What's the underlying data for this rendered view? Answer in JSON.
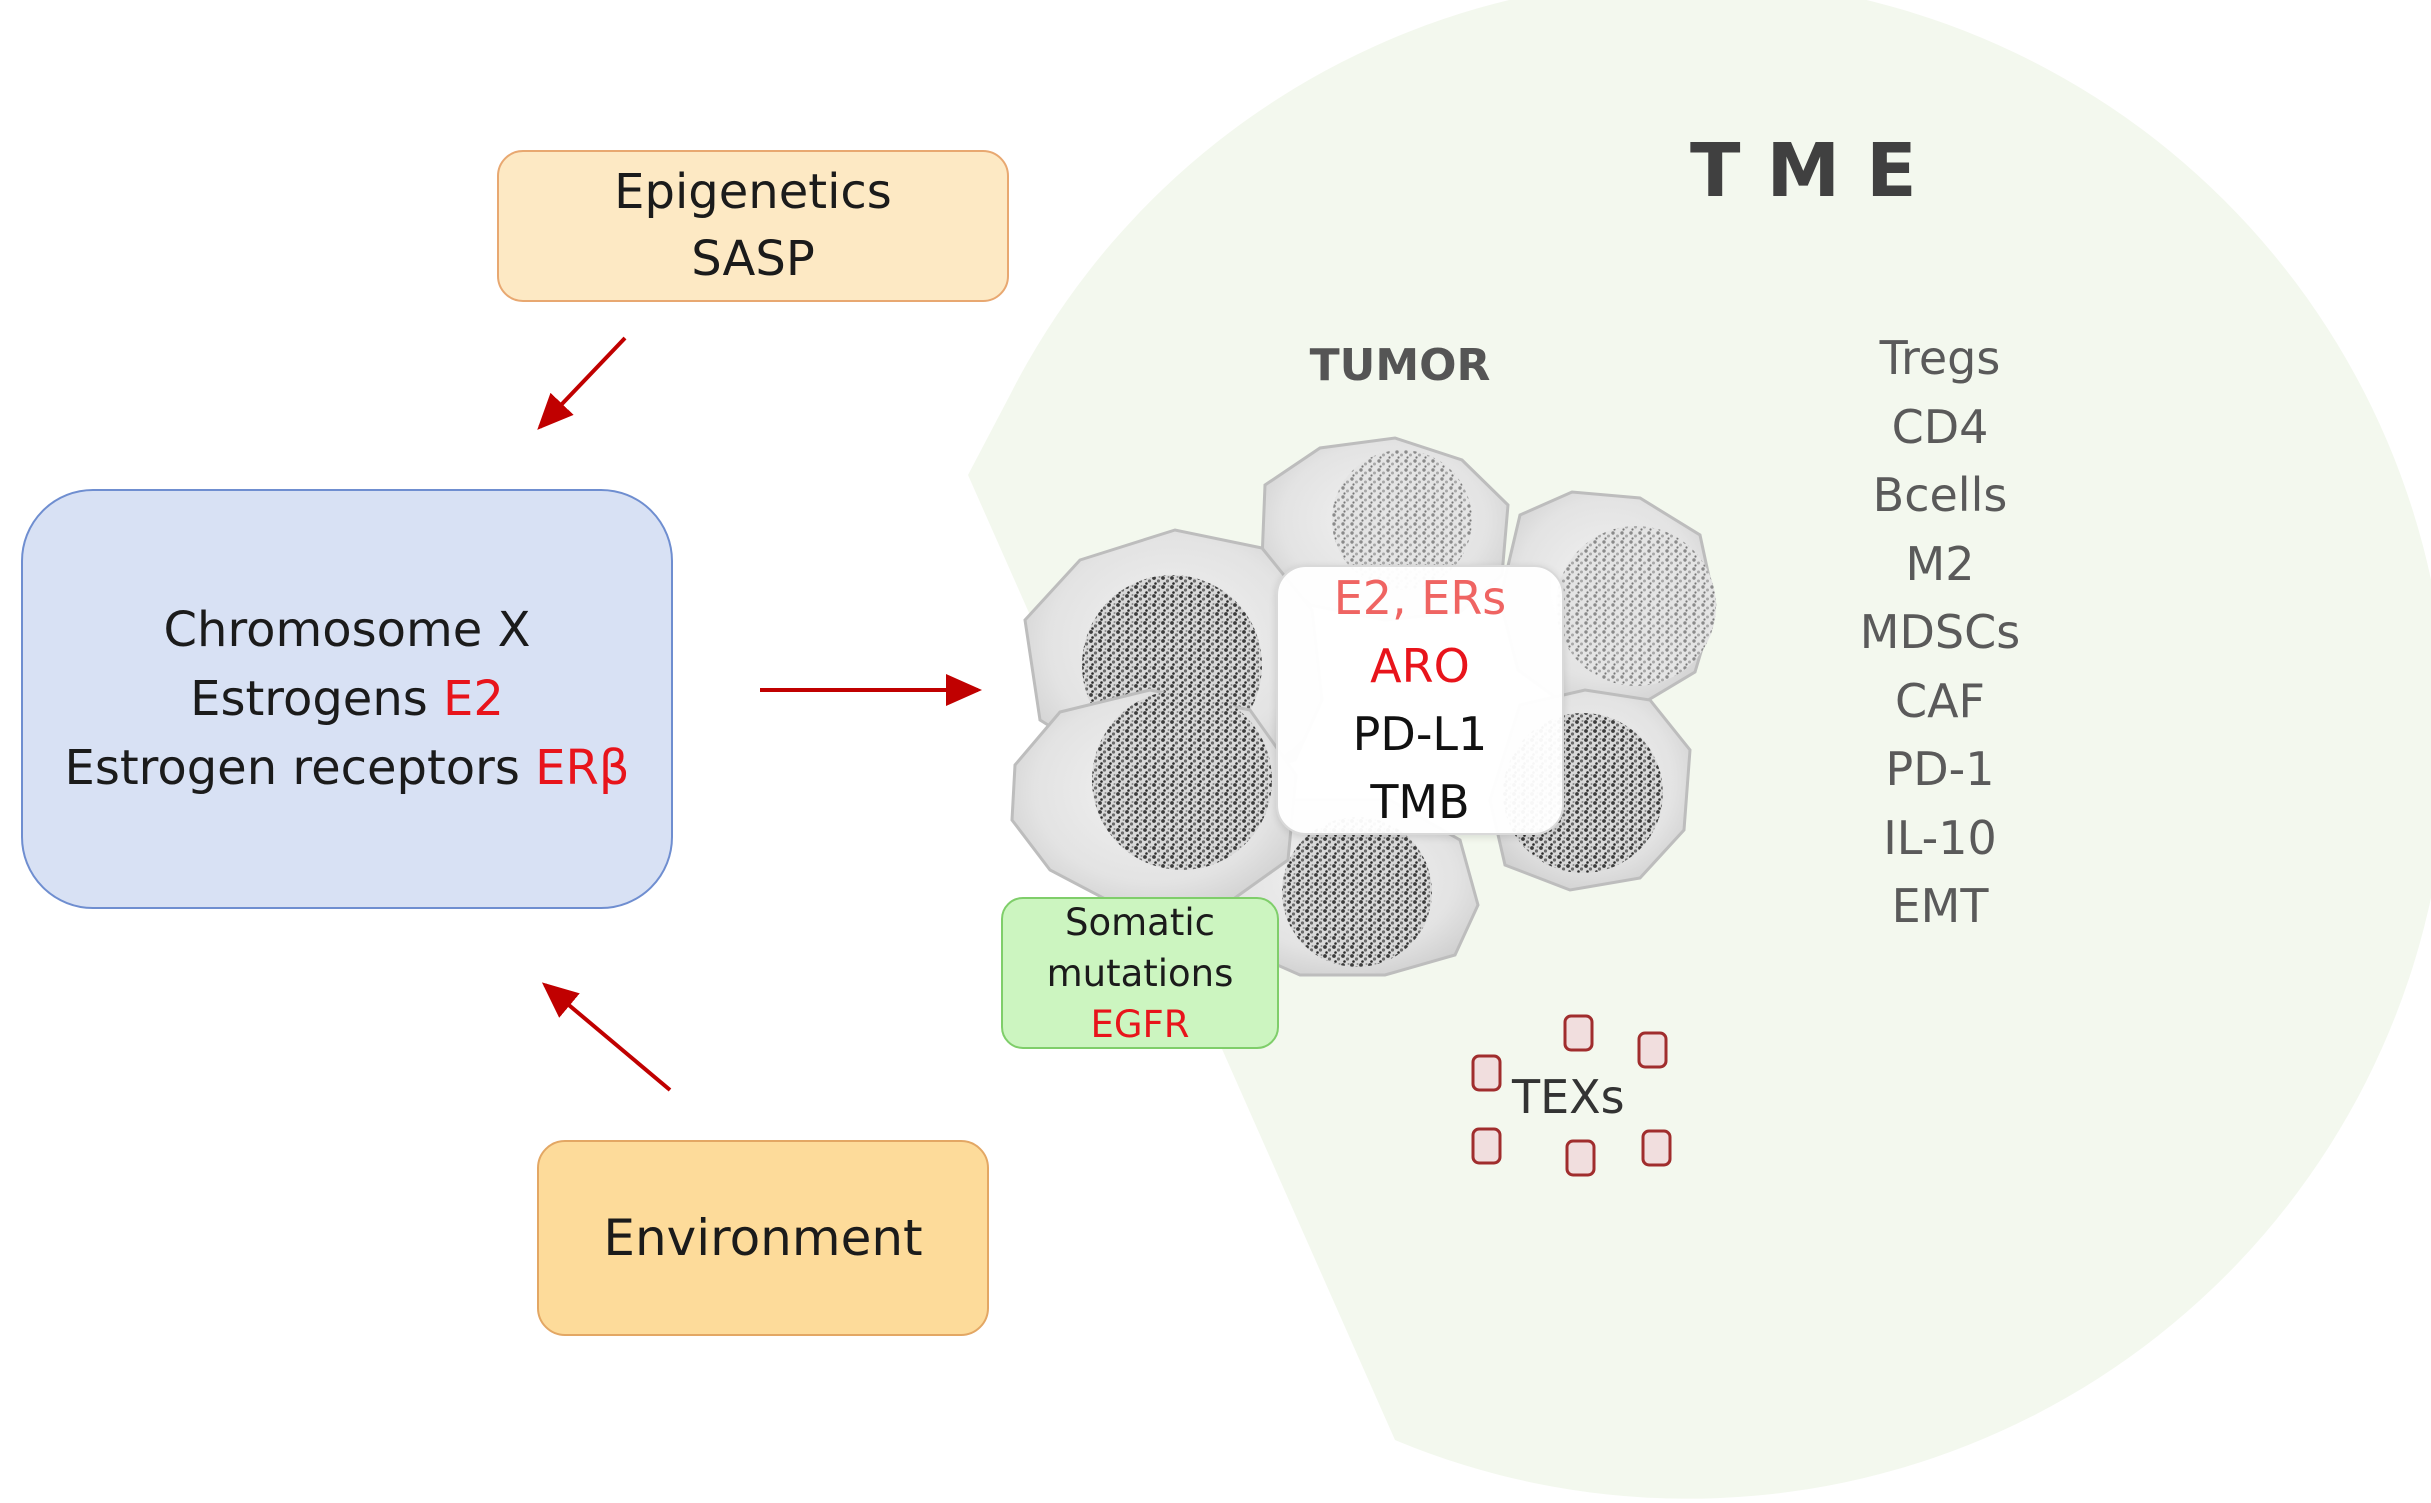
{
  "epigenetics_box": {
    "lines": [
      "Epigenetics",
      "SASP"
    ]
  },
  "chromosome_box": {
    "line1": "Chromosome X",
    "line2_text": "Estrogens ",
    "line2_highlight": "E2",
    "line3_text": "Estrogen receptors ",
    "line3_highlight": "ERβ"
  },
  "environment_box": {
    "label": "Environment"
  },
  "tme": {
    "title": "TME",
    "items": [
      "Tregs",
      "CD4",
      "Bcells",
      "M2",
      "MDSCs",
      "CAF",
      "PD-1",
      "IL-10",
      "EMT"
    ]
  },
  "tumor": {
    "title": "TUMOR",
    "markers": [
      "E2, ERs",
      "ARO",
      "PD-L1",
      "TMB"
    ]
  },
  "somatic_box": {
    "lines": [
      "Somatic",
      "mutations",
      "EGFR"
    ]
  },
  "tex": {
    "label": "TEXs"
  },
  "colors": {
    "highlight_red": "#e8141b",
    "arrow_red": "#c00000",
    "tme_background": "#f3f8ee",
    "epigenetics_fill": "#fde9c4",
    "chromosome_fill": "#d8e1f4",
    "environment_fill": "#fddb9a",
    "somatic_fill": "#ccf5c0"
  }
}
